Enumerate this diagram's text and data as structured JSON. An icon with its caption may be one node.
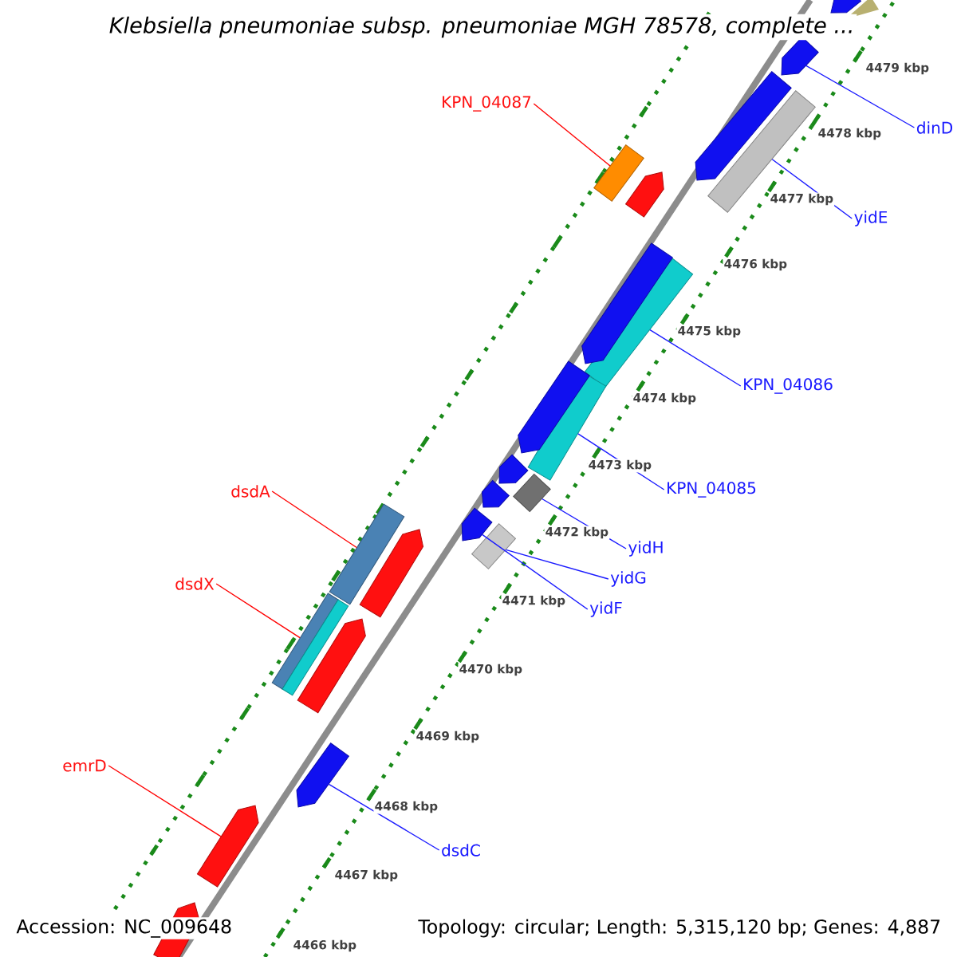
{
  "diagram": {
    "title": "Klebsiella pneumoniae subsp. pneumoniae MGH 78578, complete ...",
    "nodes": [
      {
        "text": [
          "KPN_04087"
        ]
      },
      {
        "text": [],
        "shape": "box"
      },
      {
        "text": [
          "dinD"
        ]
      },
      {
        "text": [],
        "shape": "arrow"
      },
      {
        "text": [
          "yidE"
        ]
      },
      {
        "text": [],
        "shape": "box"
      },
      {
        "text": [
          "KPN_04086"
        ]
      },
      {
        "text": [],
        "shape": "box"
      },
      {
        "text": [
          "KPN_04085"
        ]
      },
      {
        "text": [],
        "shape": "box"
      },
      {
        "text": [
          "yidH"
        ]
      },
      {
        "text": [],
        "shape": "box"
      },
      {
        "text": [
          "yidG"
        ]
      },
      {
        "text": [],
        "shape": "box"
      },
      {
        "text": [
          "yidF"
        ]
      },
      {
        "text": [],
        "shape": "arrow"
      },
      {
        "text": [
          "dsdA"
        ]
      },
      {
        "text": [],
        "shape": "box"
      },
      {
        "text": [
          "dsdX"
        ]
      },
      {
        "text": [],
        "shape": "box"
      },
      {
        "text": [
          "emrD"
        ]
      },
      {
        "text": [],
        "shape": "arrow"
      },
      {
        "text": [
          "dsdC"
        ]
      },
      {
        "text": [],
        "shape": "arrow"
      },
      {
        "text": [],
        "shape": "arrow"
      },
      {
        "text": [],
        "shape": "triangle"
      },
      {
        "text": [],
        "shape": "arrow"
      },
      {
        "text": [],
        "shape": "arrow"
      },
      {
        "text": [],
        "shape": "arrow"
      },
      {
        "text": [],
        "shape": "arrow"
      },
      {
        "text": [],
        "shape": "arrow"
      },
      {
        "text": [],
        "shape": "arrow"
      },
      {
        "text": [],
        "shape": "arrow"
      },
      {
        "text": [],
        "shape": "arrow"
      },
      {
        "text": [],
        "shape": "arrow"
      }
    ],
    "edges": [
      {
        "from": 0,
        "to": 1,
        "arrow": "none",
        "color": "#ff0000"
      },
      {
        "from": 2,
        "to": 3,
        "arrow": "none"
      },
      {
        "from": 4,
        "to": 5,
        "arrow": "none"
      },
      {
        "from": 6,
        "to": 7,
        "arrow": "none"
      },
      {
        "from": 8,
        "to": 9,
        "arrow": "none"
      },
      {
        "from": 10,
        "to": 11,
        "arrow": "none"
      },
      {
        "from": 12,
        "to": 13,
        "arrow": "none"
      },
      {
        "from": 14,
        "to": 15,
        "arrow": "none"
      },
      {
        "from": 16,
        "to": 17,
        "arrow": "none",
        "color": "#ff0000"
      },
      {
        "from": 18,
        "to": 19,
        "arrow": "none",
        "color": "#ff0000"
      },
      {
        "from": 20,
        "to": 21,
        "arrow": "none",
        "color": "#ff0000"
      },
      {
        "from": 22,
        "to": 23,
        "arrow": "none"
      }
    ],
    "labels": [
      "4479 kbp",
      "4478 kbp",
      "4477 kbp",
      "4476 kbp",
      "4475 kbp",
      "4474 kbp",
      "4473 kbp",
      "4472 kbp",
      "4471 kbp",
      "4470 kbp",
      "4469 kbp",
      "4468 kbp",
      "4467 kbp",
      "4466 kbp",
      "Accession: NC_009648",
      "Topology: circular; Length: 5,315,120 bp; Genes: 4,887"
    ]
  }
}
